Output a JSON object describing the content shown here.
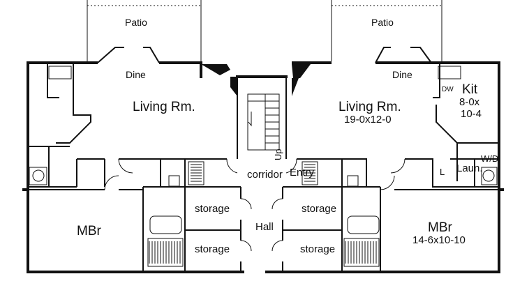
{
  "plan": {
    "left_unit": {
      "patio": "Patio",
      "dine": "Dine",
      "living": "Living Rm.",
      "mbr": "MBr",
      "storage_top": "storage",
      "storage_bottom": "storage"
    },
    "right_unit": {
      "patio": "Patio",
      "dine": "Dine",
      "living": "Living Rm.",
      "living_dims": "19-0x12-0",
      "kit": "Kit",
      "kit_dims_1": "8-0x",
      "kit_dims_2": "10-4",
      "dw": "DW",
      "wd": "W/D",
      "laun": "Laun.",
      "linen": "L",
      "mbr": "MBr",
      "mbr_dims": "14-6x10-10",
      "storage_top": "storage",
      "storage_bottom": "storage"
    },
    "center": {
      "corridor": "corridor",
      "entry": "Entry",
      "up": "Up",
      "hall": "Hall"
    }
  }
}
